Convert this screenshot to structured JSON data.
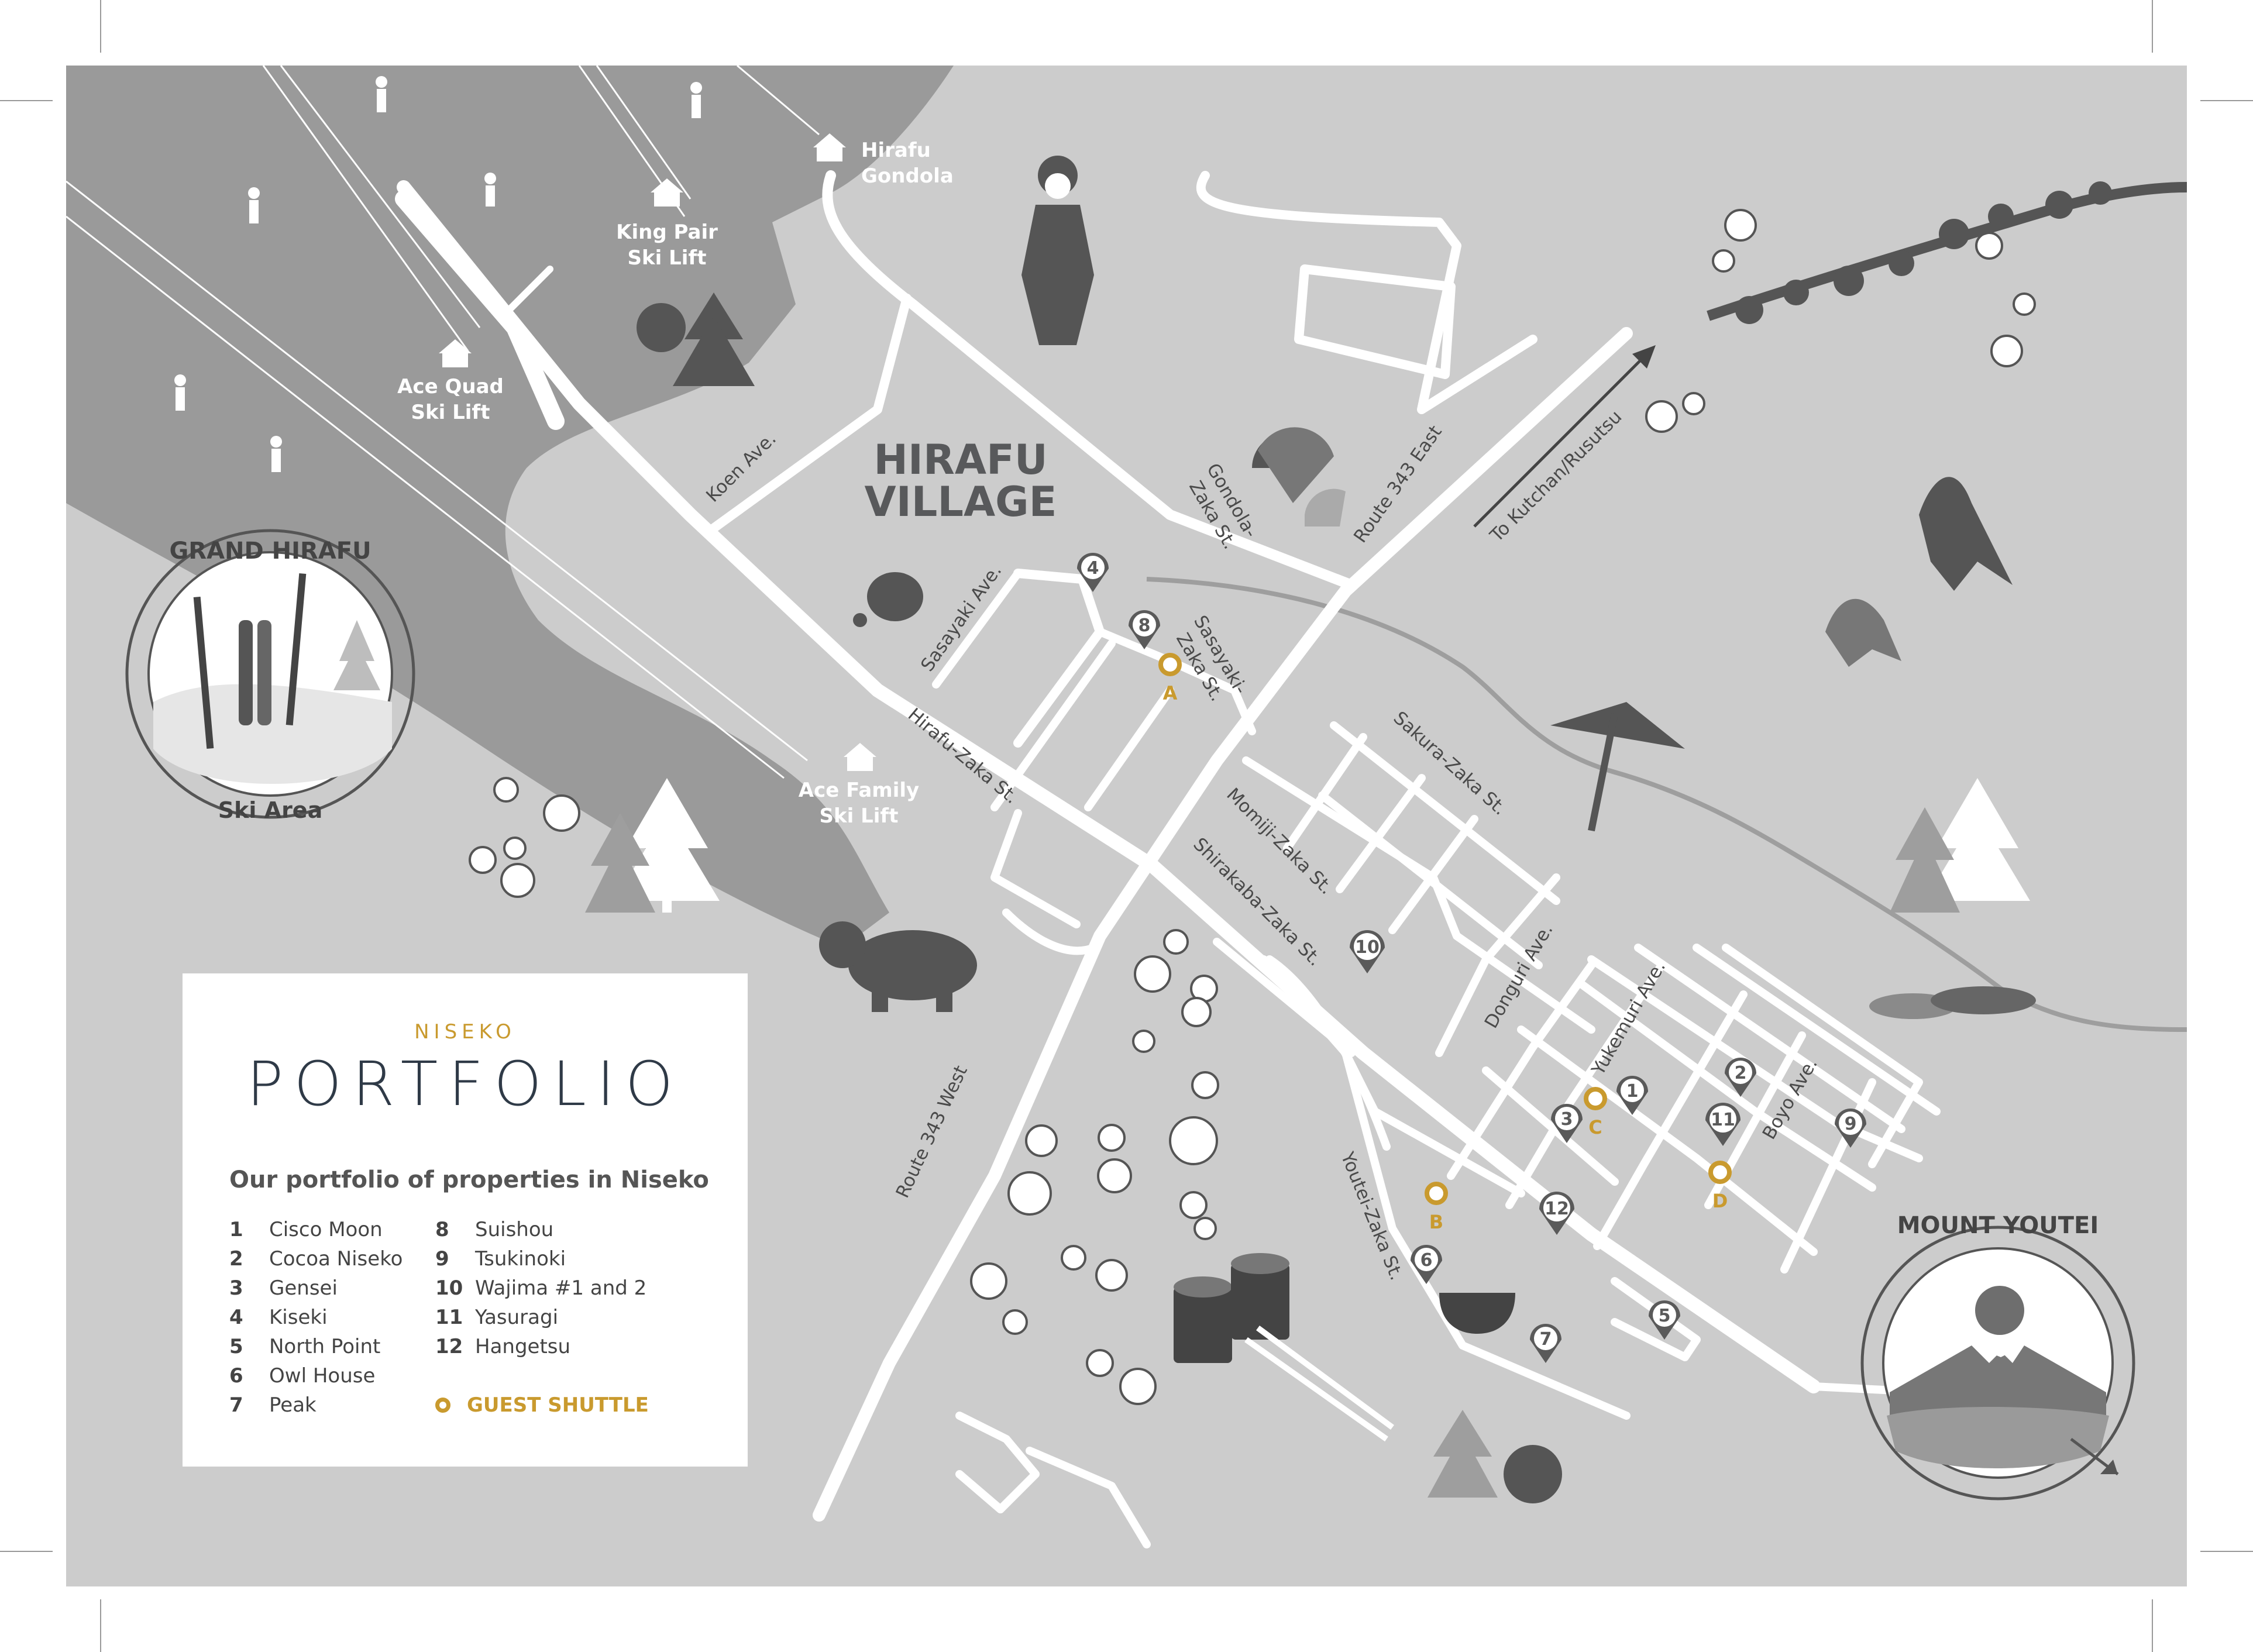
{
  "labels": {
    "village": [
      "HIRAFU",
      "VILLAGE"
    ],
    "ski_area_top": "GRAND HIRAFU",
    "ski_area_bottom": "Ski Area",
    "mount_youtei": "MOUNT YOUTEI",
    "kutchan": "To Kutchan/Rusutsu"
  },
  "lifts": [
    {
      "name": [
        "Hirafu",
        "Gondola"
      ]
    },
    {
      "name": [
        "King Pair",
        "Ski Lift"
      ]
    },
    {
      "name": [
        "Ace Quad",
        "Ski Lift"
      ]
    },
    {
      "name": [
        "Ace Family",
        "Ski Lift"
      ]
    }
  ],
  "streets": {
    "koen": "Koen Ave.",
    "sasayaki_ave": "Sasayaki Ave.",
    "sasayaki_zaka_1": "Sasayaki-",
    "sasayaki_zaka_2": "Zaka St.",
    "gondola_zaka_1": "Gondola-",
    "gondola_zaka_2": "Zaka St.",
    "route343east": "Route 343 East",
    "hirafu_zaka": "Hirafu-Zaka St.",
    "sakura_zaka": "Sakura-Zaka St.",
    "momiji_zaka": "Momiji-Zaka St.",
    "shirakaba_zaka": "Shirakaba-Zaka St.",
    "donguri": "Donguri Ave.",
    "yukemuri": "Yukemuri Ave.",
    "boyo": "Boyo Ave.",
    "youtei_zaka": "Youtei-Zaka St.",
    "route343west": "Route 343 West"
  },
  "pins": [
    "1",
    "2",
    "3",
    "4",
    "5",
    "6",
    "7",
    "8",
    "9",
    "10",
    "11",
    "12"
  ],
  "shuttles": [
    "A",
    "B",
    "C",
    "D"
  ],
  "legend": {
    "brand_small": "NISEKO",
    "brand_big": "PORTFOLIO",
    "heading": "Our portfolio of properties in Niseko",
    "items": [
      {
        "num": "1",
        "name": "Cisco Moon"
      },
      {
        "num": "2",
        "name": "Cocoa Niseko"
      },
      {
        "num": "3",
        "name": "Gensei"
      },
      {
        "num": "4",
        "name": "Kiseki"
      },
      {
        "num": "5",
        "name": "North Point"
      },
      {
        "num": "6",
        "name": "Owl House"
      },
      {
        "num": "7",
        "name": "Peak"
      },
      {
        "num": "8",
        "name": "Suishou"
      },
      {
        "num": "9",
        "name": "Tsukinoki"
      },
      {
        "num": "10",
        "name": "Wajima #1 and 2"
      },
      {
        "num": "11",
        "name": "Yasuragi"
      },
      {
        "num": "12",
        "name": "Hangetsu"
      }
    ],
    "shuttle_label": "GUEST SHUTTLE"
  },
  "colors": {
    "background": "#cccccc",
    "mountain": "#9a9a9a",
    "road": "#ffffff",
    "gold": "#c99a2e",
    "dark_text": "#2f3a47"
  }
}
